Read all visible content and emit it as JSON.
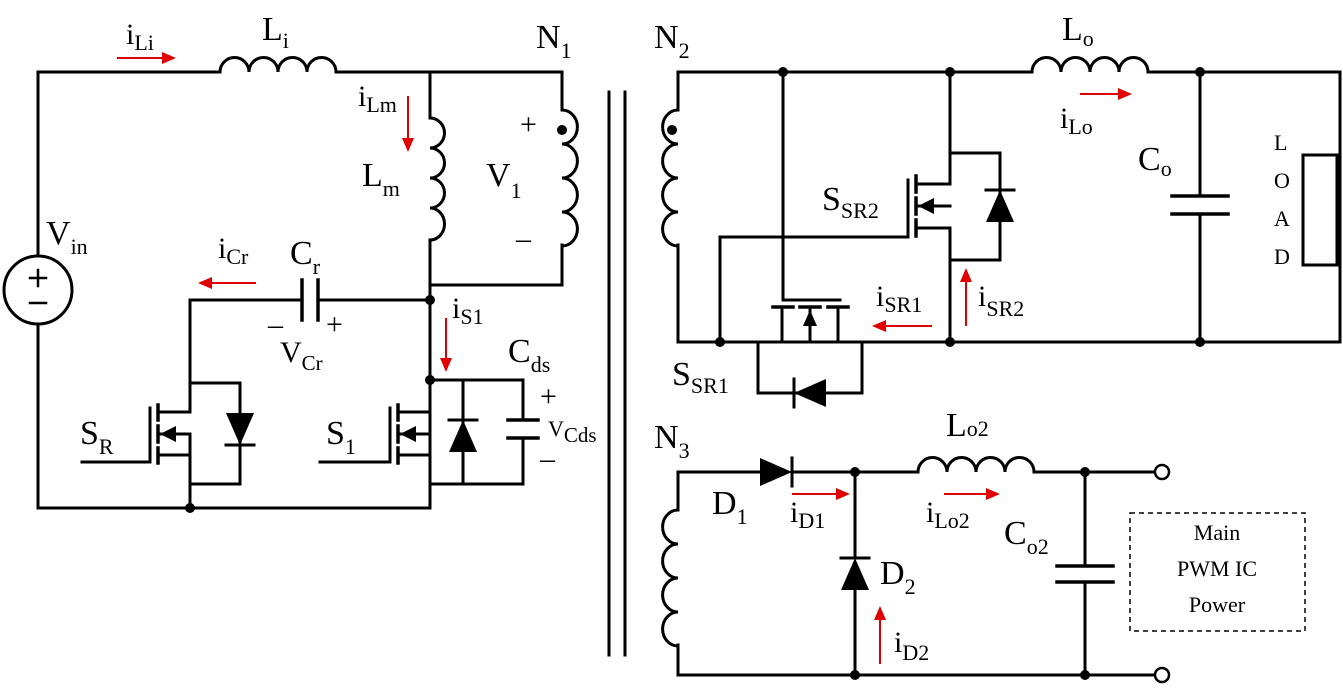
{
  "diagram": {
    "labels": {
      "iLi": {
        "main": "i",
        "sub": "Li"
      },
      "Li": {
        "main": "L",
        "sub": "i"
      },
      "N1": {
        "main": "N",
        "sub": "1"
      },
      "N2": {
        "main": "N",
        "sub": "2"
      },
      "N3": {
        "main": "N",
        "sub": "3"
      },
      "iLm": {
        "main": "i",
        "sub": "Lm"
      },
      "Lm": {
        "main": "L",
        "sub": "m"
      },
      "V1": {
        "main": "V",
        "sub": "1"
      },
      "V1plus": "+",
      "V1minus": "–",
      "Vin": {
        "main": "V",
        "sub": "in"
      },
      "iCr": {
        "main": "i",
        "sub": "Cr"
      },
      "Cr": {
        "main": "C",
        "sub": "r"
      },
      "VCr": {
        "main": "V",
        "sub": "Cr"
      },
      "VCrminus": "–",
      "VCrplus": "+",
      "iS1": {
        "main": "i",
        "sub": "S1"
      },
      "Cds": {
        "main": "C",
        "sub": "ds"
      },
      "VCds": {
        "main": "V",
        "sub": "Cds"
      },
      "VCdsplus": "+",
      "VCdsminus": "–",
      "SR": {
        "main": "S",
        "sub": "R"
      },
      "S1": {
        "main": "S",
        "sub": "1"
      },
      "Lo": {
        "main": "L",
        "sub": "o"
      },
      "iLo": {
        "main": "i",
        "sub": "Lo"
      },
      "Co": {
        "main": "C",
        "sub": "o"
      },
      "SSR2": {
        "main": "S",
        "sub": "SR2"
      },
      "SSR1": {
        "main": "S",
        "sub": "SR1"
      },
      "iSR1": {
        "main": "i",
        "sub": "SR1"
      },
      "iSR2": {
        "main": "i",
        "sub": "SR2"
      },
      "load": [
        "L",
        "O",
        "A",
        "D"
      ],
      "D1": {
        "main": "D",
        "sub": "1"
      },
      "iD1": {
        "main": "i",
        "sub": "D1"
      },
      "D2": {
        "main": "D",
        "sub": "2"
      },
      "iD2": {
        "main": "i",
        "sub": "D2"
      },
      "Lo2": {
        "main": "L",
        "sub": "o2"
      },
      "iLo2": {
        "main": "i",
        "sub": "Lo2"
      },
      "Co2": {
        "main": "C",
        "sub": "o2"
      },
      "pwm_box": [
        "Main",
        "PWM IC",
        "Power"
      ]
    },
    "colors": {
      "wire": "#000000",
      "current_arrow": "#e00000"
    }
  }
}
